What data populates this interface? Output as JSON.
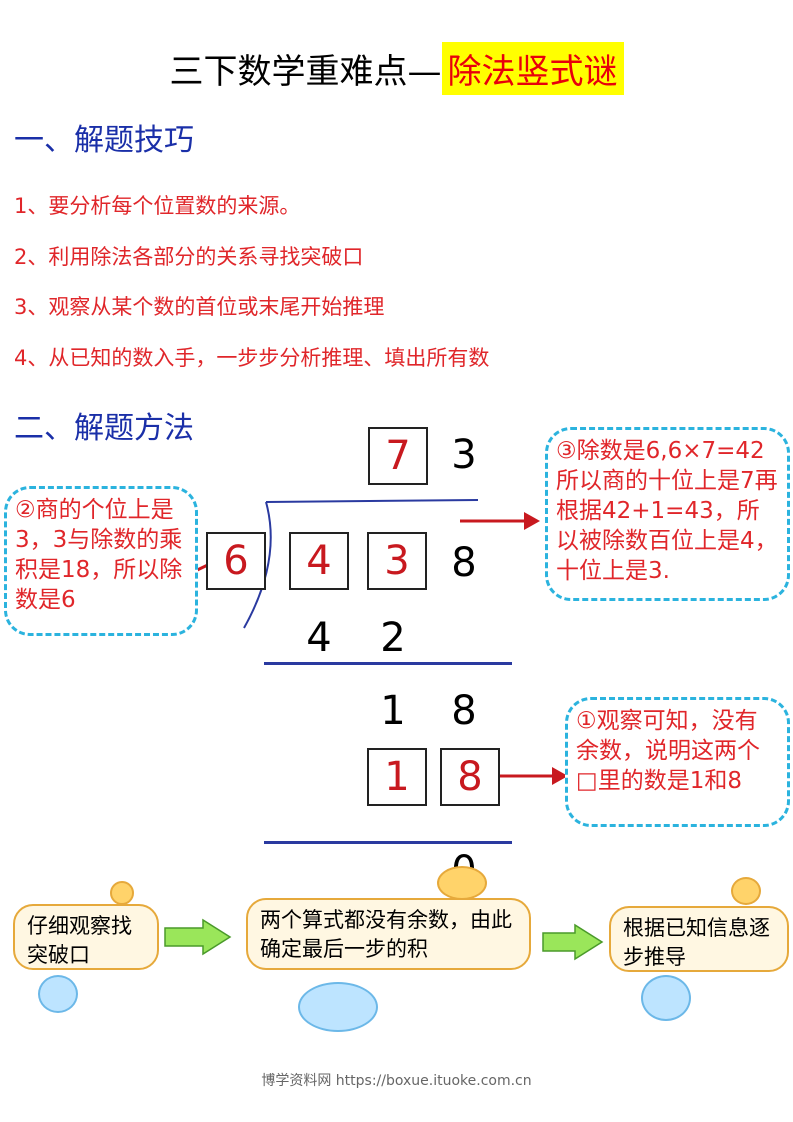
{
  "title": {
    "main": "三下数学重难点—",
    "highlight": "除法竖式谜"
  },
  "section1": {
    "heading": "一、解题技巧"
  },
  "tips": [
    "1、要分析每个位置数的来源。",
    "2、利用除法各部分的关系寻找突破口",
    "3、观察从某个数的首位或末尾开始推理",
    "4、从已知的数入手，一步步分析推理、填出所有数"
  ],
  "section2": {
    "heading": "二、解题方法"
  },
  "division": {
    "quotient_box": "7",
    "quotient_digit": "3",
    "divisor_box": "6",
    "dividend_box1": "4",
    "dividend_box2": "3",
    "dividend_digit": "8",
    "step1_d1": "4",
    "step1_d2": "2",
    "step2_d1": "1",
    "step2_d2": "8",
    "step3_box1": "1",
    "step3_box2": "8",
    "remainder": "0"
  },
  "notes": {
    "left": "②商的个位上是3，3与除数的乘积是18，所以除数是6",
    "right_top": "③除数是6,6×7=42所以商的十位上是7再根据42+1=43，所以被除数百位上是4，十位上是3.",
    "right_bottom": "①观察可知，没有余数，说明这两个□里的数是1和8"
  },
  "flow": {
    "step1": "仔细观察找突破口",
    "step2": "两个算式都没有余数，由此确定最后一步的积",
    "step3": "根据已知信息逐步推导"
  },
  "footer": "博学资料网 https://boxue.ituoke.com.cn",
  "colors": {
    "title_highlight_bg": "#ffff00",
    "red_text": "#e0262a",
    "blue_heading": "#1a2fa8",
    "dashed_border": "#2bb3de"
  }
}
